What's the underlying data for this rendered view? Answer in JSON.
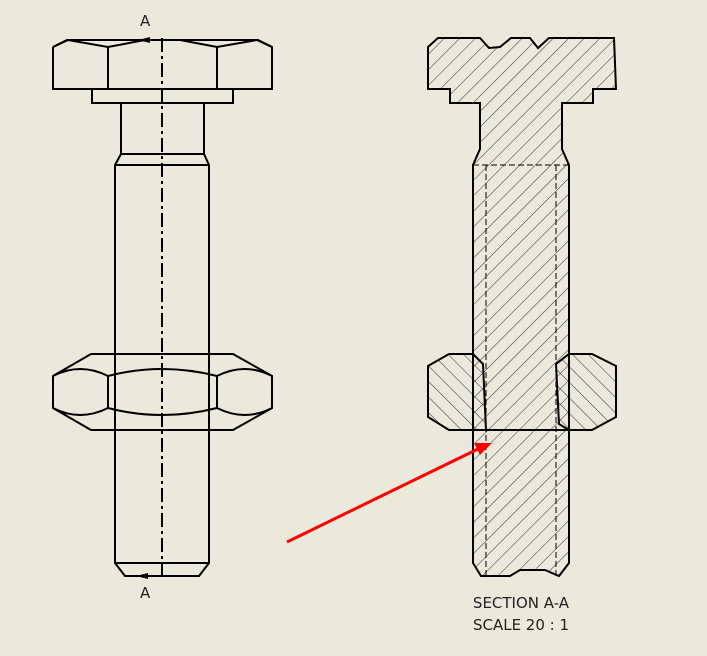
{
  "drawing": {
    "section_marker_top": "A",
    "section_marker_bottom": "A",
    "section_title": "SECTION A-A",
    "section_scale": "SCALE 20 : 1"
  },
  "colors": {
    "background": "#ebe9dc",
    "line": "#000000",
    "annotation_arrow": "#ff0000"
  }
}
